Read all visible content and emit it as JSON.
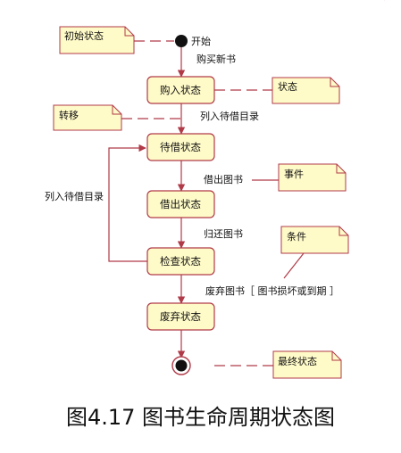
{
  "notes": {
    "initial": "初始状态",
    "state": "状态",
    "transfer": "转移",
    "event": "事件",
    "condition": "条件",
    "final": "最终状态"
  },
  "labels": {
    "start": "开始",
    "buy_new_book": "购买新书",
    "list_to_borrow_right": "列入待借目录",
    "borrow_out": "借出图书",
    "return_book": "归还图书",
    "list_to_borrow_left": "列入待借目录",
    "discard_guard": "废弃图书［ 图书损坏或到期 ］"
  },
  "states": {
    "purchased": "购入状态",
    "waiting": "待借状态",
    "borrowed": "借出状态",
    "inspect": "检查状态",
    "discarded": "废弃状态"
  },
  "caption": "图4.17  图书生命周期状态图",
  "colors": {
    "line": "#b03a48",
    "state_fill": "#fffbc8",
    "note_fill": "#fffbc8",
    "node": "#111111"
  }
}
